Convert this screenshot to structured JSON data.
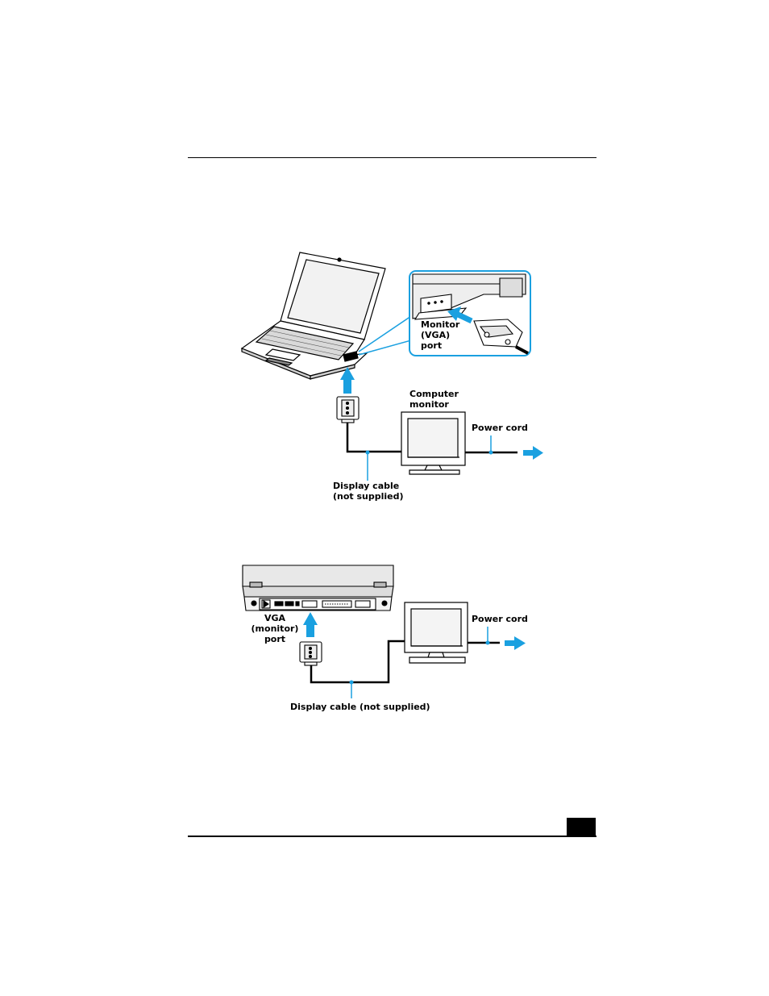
{
  "figure1": {
    "monitor_port_label": [
      "Monitor",
      "(VGA)",
      "port"
    ],
    "computer_monitor_label": [
      "Computer",
      "monitor"
    ],
    "power_cord_label": "Power cord",
    "display_cable_label": [
      "Display cable",
      "(not supplied)"
    ]
  },
  "figure2": {
    "vga_port_label": [
      "VGA",
      "(monitor)",
      "port"
    ],
    "power_cord_label": "Power cord",
    "display_cable_label": "Display cable (not supplied)"
  },
  "colors": {
    "accent": "#1aa0e0",
    "line": "#000000"
  }
}
